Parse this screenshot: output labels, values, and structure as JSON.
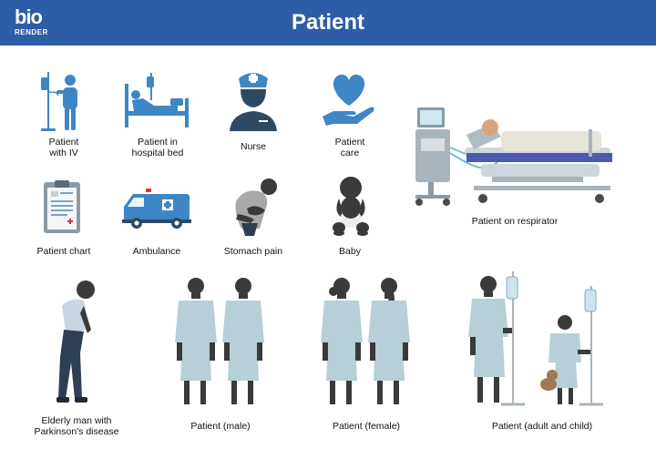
{
  "header": {
    "logo_top": "bio",
    "logo_bottom": "RENDER",
    "title": "Patient"
  },
  "colors": {
    "header_bg": "#2f5ca7",
    "icon_blue": "#3f86c6",
    "icon_navy": "#2e4a63",
    "gown": "#b7cfd6",
    "skin_dark": "#3a3a3a"
  },
  "captions": {
    "iv": "Patient\nwith IV",
    "bed": "Patient in\nhospital bed",
    "nurse": "Nurse",
    "care": "Patient\ncare",
    "respirator": "Patient on respirator",
    "chart": "Patient chart",
    "ambulance": "Ambulance",
    "stomach": "Stomach pain",
    "baby": "Baby",
    "elderly": "Elderly man with\nParkinson's disease",
    "male": "Patient (male)",
    "female": "Patient (female)",
    "adult_child": "Patient (adult and child)"
  },
  "icons": [
    "patient-iv-icon",
    "hospital-bed-icon",
    "nurse-icon",
    "heart-hand-icon",
    "respirator-illustration",
    "chart-icon",
    "ambulance-icon",
    "stomach-pain-illustration",
    "baby-illustration",
    "elderly-man-illustration",
    "male-patients-illustration",
    "female-patients-illustration",
    "adult-child-iv-illustration"
  ]
}
